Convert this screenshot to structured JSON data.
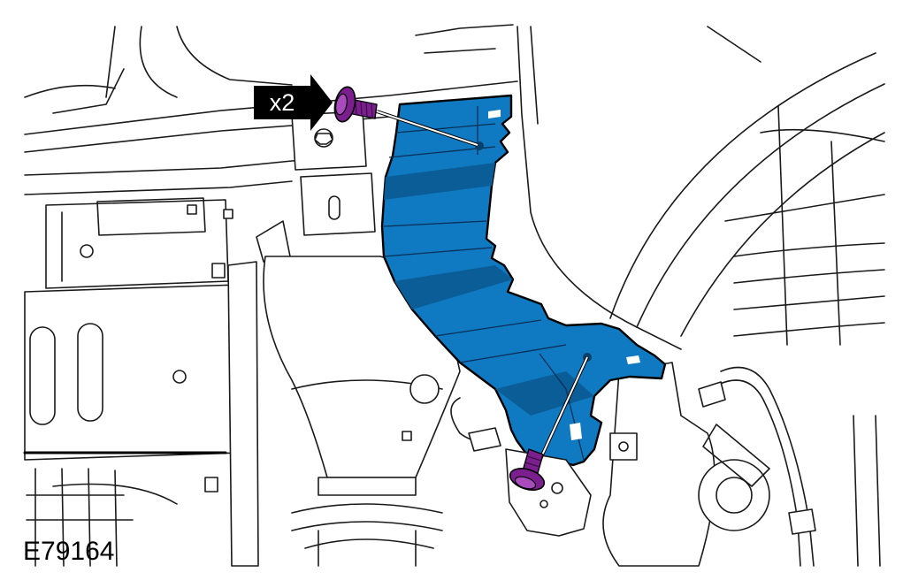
{
  "diagram": {
    "figure_id": "E79164",
    "callout": {
      "label": "x2"
    },
    "colors": {
      "bracket": "#0f7ac1",
      "bracket_shade": "#0a5d96",
      "fastener": "#7b1f8f",
      "linework": "#1a1a1a",
      "background": "#ffffff"
    },
    "parts": [
      {
        "name": "wheel-arch-liner-bracket",
        "icon": "blue-bracket"
      },
      {
        "name": "bolt",
        "icon": "flanged-bolt",
        "count": 2
      }
    ]
  }
}
